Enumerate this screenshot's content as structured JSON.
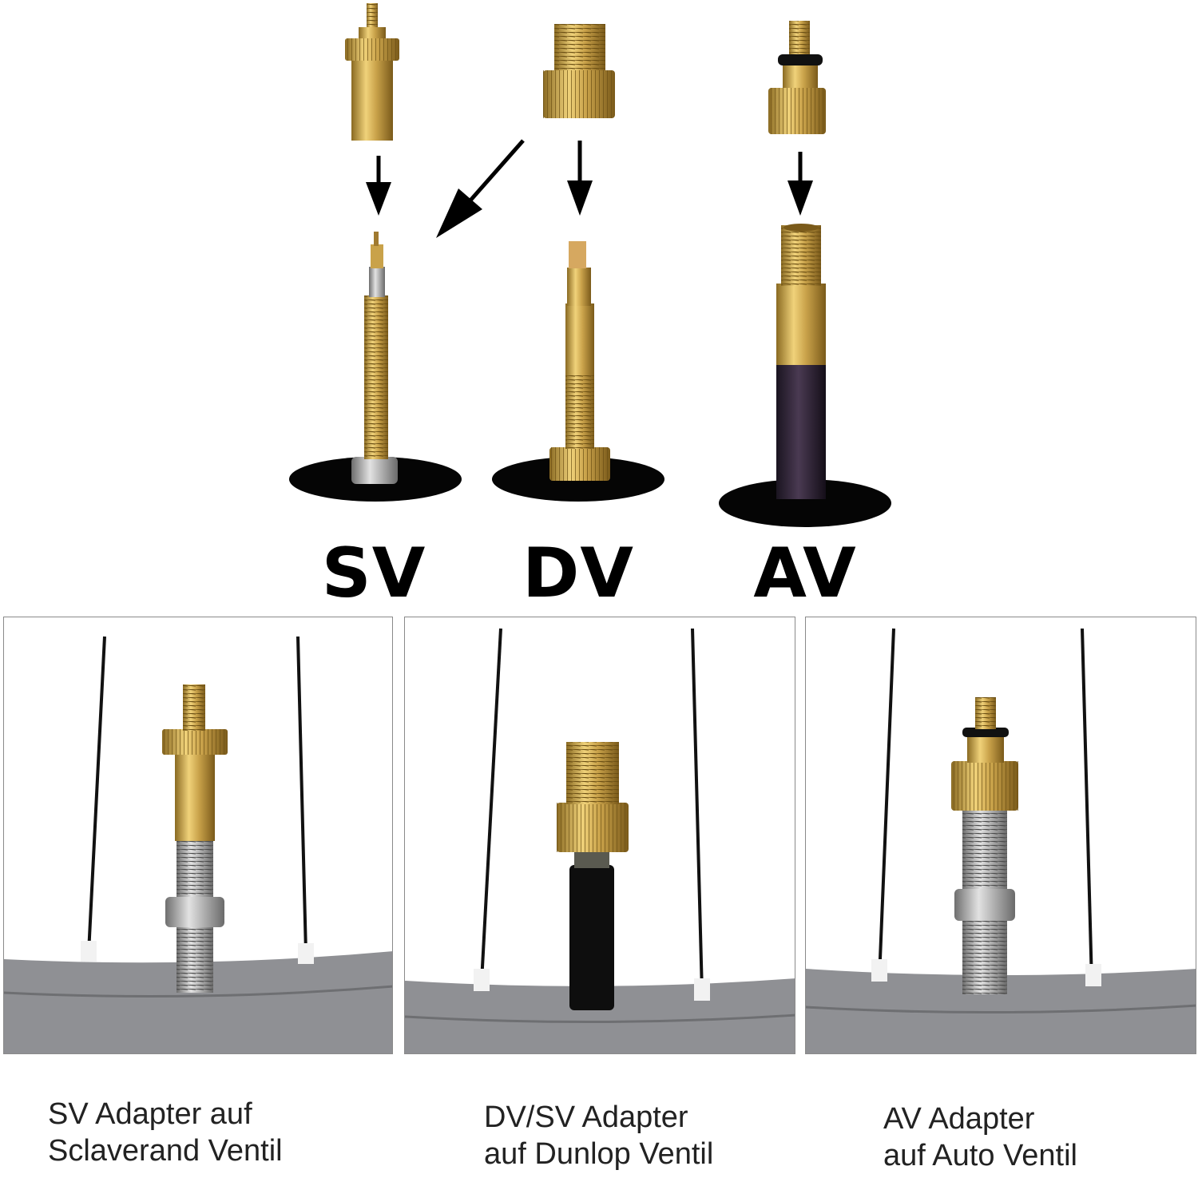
{
  "labels": {
    "sv": "SV",
    "dv": "DV",
    "av": "AV"
  },
  "captions": [
    {
      "line1": "SV Adapter auf",
      "line2": "Sclaverand Ventil"
    },
    {
      "line1": "DV/SV Adapter",
      "line2": "auf Dunlop Ventil"
    },
    {
      "line1": "AV Adapter",
      "line2": "auf Auto Ventil"
    }
  ],
  "colors": {
    "brass": "#c9a24a",
    "brass_dark": "#8a6a22",
    "steel": "#a8a8a8",
    "rim": "#8f9094",
    "rubber": "#0a0a0a",
    "arrow": "#000000"
  },
  "icons": {
    "arrow": "arrow-down-icon",
    "adapter": "brass-adapter-icon",
    "valve": "valve-icon"
  }
}
